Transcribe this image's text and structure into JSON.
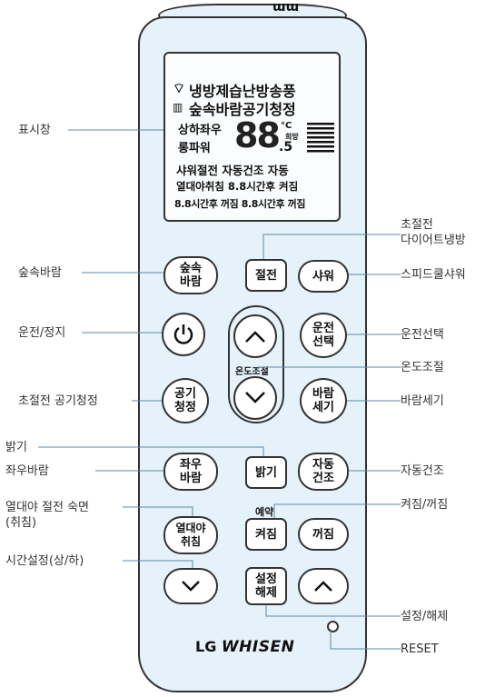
{
  "lcd": {
    "row1": "냉방제습난방송풍",
    "row2": "숲속바람공기청정",
    "row3a": "상하좌우",
    "row3b": "롱파워",
    "digits": "88",
    "unit_c": "°C",
    "unit_hope": "희망",
    "digit5": ".5",
    "row4": "샤워절전 자동건조 자동",
    "row5": "열대야취침 8.8시간후 켜짐",
    "row6": "8.8시간후 꺼짐 8.8시간후 꺼짐"
  },
  "buttons": {
    "forest_wind": "숲속\n바람",
    "energy_save": "절전",
    "shower": "샤워",
    "op_select": "운전\n선택",
    "temp_caption": "온도조절",
    "air_clean": "공기\n청정",
    "wind_strength": "바람\n세기",
    "left_right": "좌우\n바람",
    "brightness": "밝기",
    "auto_dry": "자동\n건조",
    "reserve_caption": "예약",
    "tropical_sleep": "열대야\n취침",
    "on_timer": "켜짐",
    "off_timer": "꺼짐",
    "set_cancel": "설정\n해제"
  },
  "logo": {
    "lg": "LG",
    "whisen": "WHISEN"
  },
  "labels": {
    "display": "표시창",
    "forest_wind": "숲속바람",
    "power": "운전/정지",
    "air_clean": "초절전 공기청정",
    "brightness": "밝기",
    "left_right": "좌우바람",
    "tropical": "열대야 절전 숙면\n(취침)",
    "time_set": "시간설정(상/하)",
    "energy_save": "초절전\n다이어트냉방",
    "shower": "스피드쿨샤워",
    "op_select": "운전선택",
    "temp": "온도조절",
    "wind_strength": "바람세기",
    "auto_dry": "자동건조",
    "timer": "켜짐/꺼짐",
    "set_cancel": "설정/해제",
    "reset": "RESET"
  }
}
